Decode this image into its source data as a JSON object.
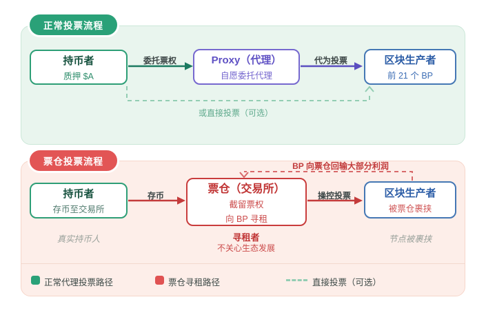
{
  "normal_flow": {
    "badge": "正常投票流程",
    "holder": {
      "title": "持币者",
      "subtitle": "质押 $A"
    },
    "proxy": {
      "title": "Proxy（代理）",
      "subtitle": "自愿委托代理"
    },
    "bp": {
      "title": "区块生产者",
      "subtitle": "前 21 个 BP"
    },
    "edges": {
      "delegate": "委托票权",
      "vote": "代为投票",
      "direct": "或直接投票（可选）"
    }
  },
  "depot_flow": {
    "badge": "票仓投票流程",
    "holder": {
      "title": "持币者",
      "subtitle": "存币至交易所",
      "note": "真实持币人"
    },
    "depot": {
      "title": "票仓（交易所）",
      "line1": "截留票权",
      "line2": "向 BP 寻租",
      "note_title": "寻租者",
      "note_sub": "不关心生态发展"
    },
    "bp": {
      "title": "区块生产者",
      "subtitle": "被票仓裹挟",
      "note": "节点被裹挟"
    },
    "edges": {
      "deposit": "存币",
      "control": "操控投票",
      "profit": "BP 向票仓回输大部分利润"
    }
  },
  "legend": {
    "normal": "正常代理投票路径",
    "depot": "票仓寻租路径",
    "direct": "直接投票（可选）"
  },
  "colors": {
    "green": "#2aa178",
    "green_arrow": "#1b7a60",
    "mint_bg": "#e9f5ee",
    "purple": "#6a5cc9",
    "blue": "#4477b4",
    "red": "#c93c3c",
    "red_badge": "#e25555",
    "pink_bg": "#fdeee9",
    "dash_green": "#93cdb3",
    "dash_red": "#d86a6a",
    "note_gray": "#9aa29c"
  }
}
